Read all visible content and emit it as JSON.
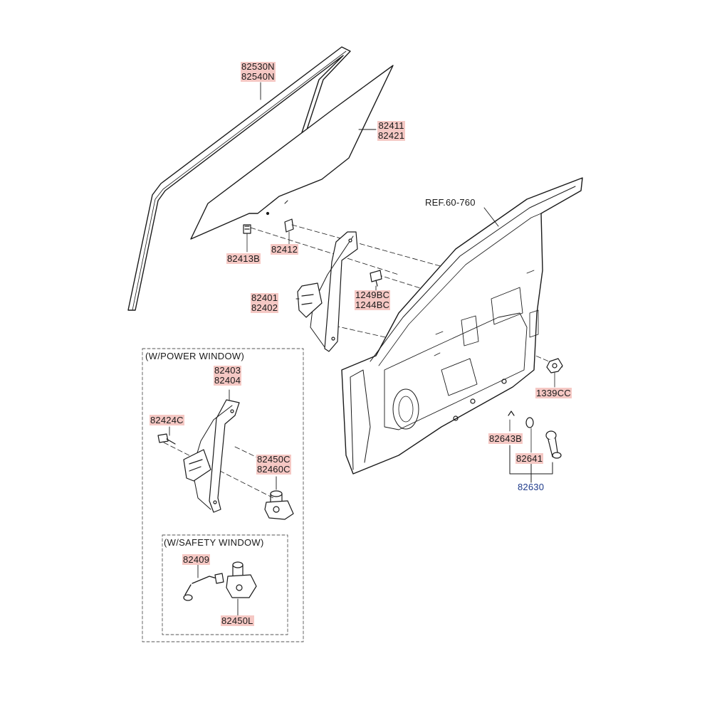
{
  "diagram": {
    "ref_label": "REF.60-760",
    "groups": {
      "power_window": "(W/POWER WINDOW)",
      "safety_window": "(W/SAFETY WINDOW)"
    },
    "parts": {
      "channel": [
        "82530N",
        "82540N"
      ],
      "glass": [
        "82411",
        "82421"
      ],
      "glass_clip": "82413B",
      "glass_bracket": "82412",
      "regulator": [
        "82401",
        "82402"
      ],
      "bolt": [
        "1249BC",
        "1244BC"
      ],
      "nut": "1339CC",
      "pw_regulator": [
        "82403",
        "82404"
      ],
      "pw_bolt": "82424C",
      "pw_motor": [
        "82450C",
        "82460C"
      ],
      "sw_harness": "82409",
      "sw_motor": "82450L",
      "handle_clip": "82643B",
      "handle_washer": "82641",
      "handle_assy": "82630"
    }
  }
}
